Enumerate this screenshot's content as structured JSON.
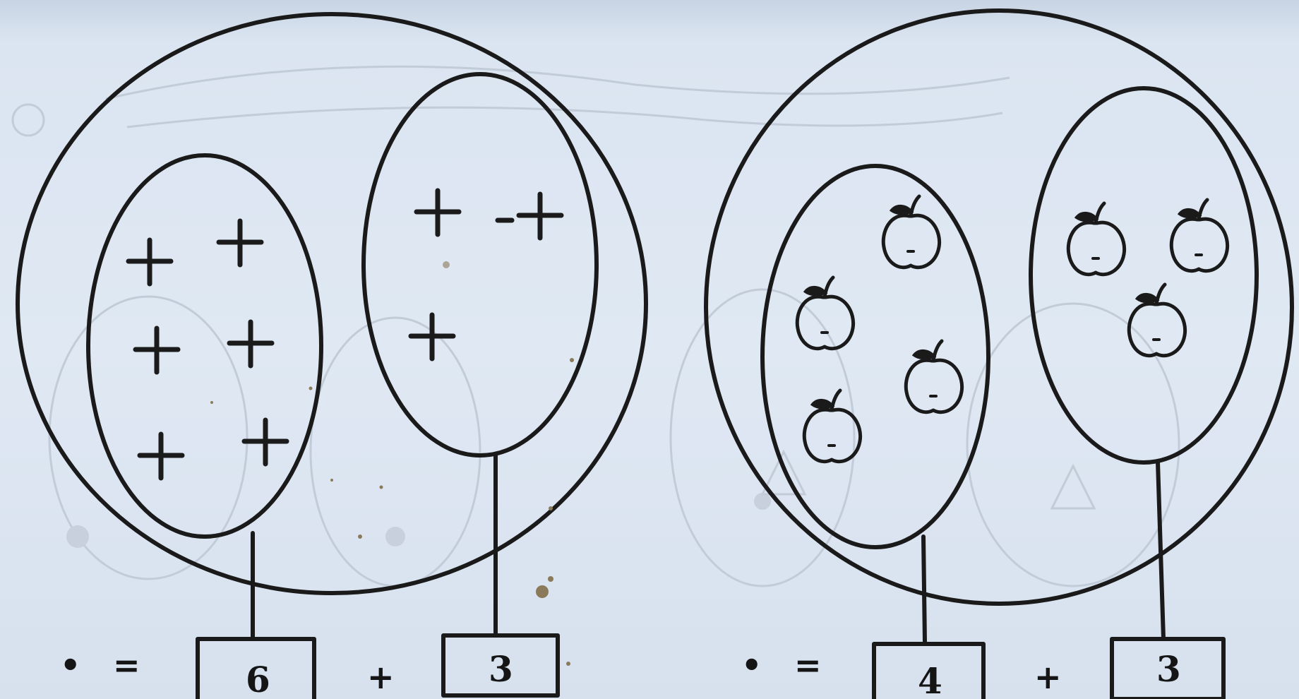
{
  "exercises": [
    {
      "id": "left",
      "item_kind": "plus-mark",
      "group_a": {
        "count": 6,
        "box_label": "6"
      },
      "group_b": {
        "count": 3,
        "box_label": "3"
      },
      "equation": {
        "bullet": "•",
        "equals": "=",
        "plus": "+"
      }
    },
    {
      "id": "right",
      "item_kind": "apple",
      "group_a": {
        "count": 4,
        "box_label": "4"
      },
      "group_b": {
        "count": 3,
        "box_label": "3"
      },
      "equation": {
        "bullet": "•",
        "equals": "=",
        "plus": "+"
      }
    }
  ],
  "icons": {
    "plus_mark": "plus-mark-icon",
    "apple": "apple-icon"
  },
  "colors": {
    "paper": "#dfe8f3",
    "ink": "#1a1a1a",
    "faded_print": "#c2ccd8"
  }
}
